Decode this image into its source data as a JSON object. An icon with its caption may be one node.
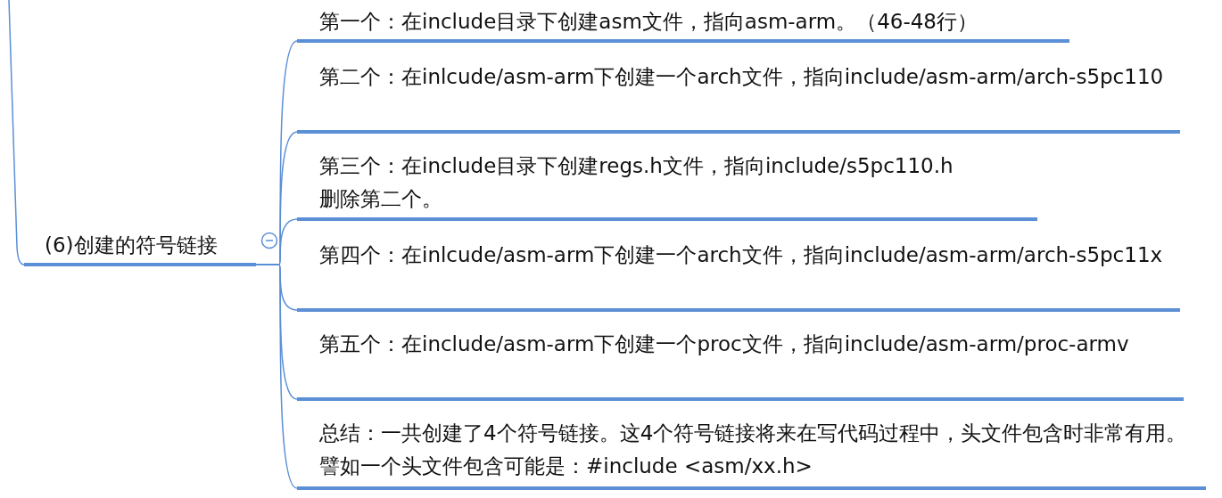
{
  "diagram": {
    "nodes": [
      {
        "text": [
          "(6)创建的符号链接"
        ]
      },
      {
        "text": [
          "第一个：在include目录下创建asm文件，指向asm-arm。（46-48行）"
        ]
      },
      {
        "text": [
          "第二个：在inlcude/asm-arm下创建一个arch文件，指向include/asm-arm/arch-s5pc110"
        ]
      },
      {
        "text": [
          "第三个：在include目录下创建regs.h文件，指向include/s5pc110.h",
          "删除第二个。"
        ]
      },
      {
        "text": [
          "第四个：在inlcude/asm-arm下创建一个arch文件，指向include/asm-arm/arch-s5pc11x"
        ]
      },
      {
        "text": [
          "第五个：在include/asm-arm下创建一个proc文件，指向include/asm-arm/proc-armv"
        ]
      },
      {
        "text": [
          "总结：一共创建了4个符号链接。这4个符号链接将来在写代码过程中，头文件包含时非常有用。譬如一个头文件包含可能是：#include <asm/xx.h>"
        ]
      }
    ],
    "edges": [
      {
        "from": null,
        "to": 0,
        "arrow": "none"
      },
      {
        "from": 0,
        "to": 1,
        "arrow": "none"
      },
      {
        "from": 0,
        "to": 2,
        "arrow": "none"
      },
      {
        "from": 0,
        "to": 3,
        "arrow": "none"
      },
      {
        "from": 0,
        "to": 4,
        "arrow": "none"
      },
      {
        "from": 0,
        "to": 5,
        "arrow": "none"
      },
      {
        "from": 0,
        "to": 6,
        "arrow": "none"
      }
    ]
  }
}
